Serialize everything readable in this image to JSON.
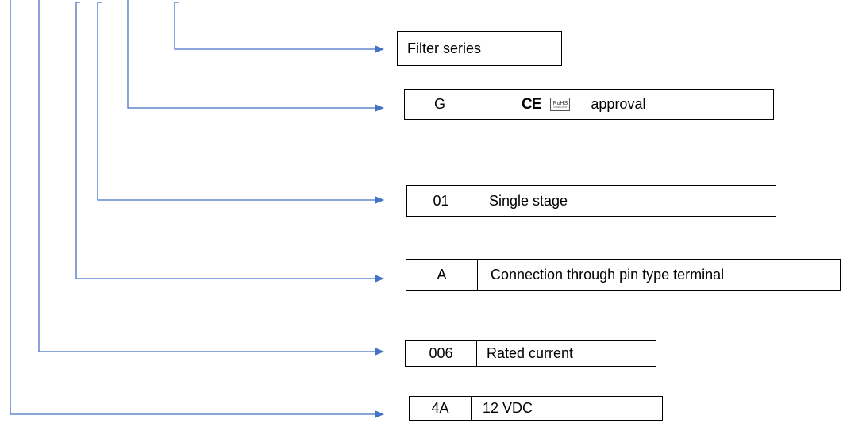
{
  "colors": {
    "connector": "#4472C4",
    "border": "#000000"
  },
  "rows": [
    {
      "id": "series",
      "code": null,
      "text": "Filter series"
    },
    {
      "id": "approval",
      "code": "G",
      "text": "approval",
      "marks": {
        "ce": "CE",
        "rohs_line1": "RoHS",
        "rohs_line2": "COMPLIANT"
      }
    },
    {
      "id": "stages",
      "code": "01",
      "text": "Single stage"
    },
    {
      "id": "terminal",
      "code": "A",
      "text": "Connection through pin type terminal"
    },
    {
      "id": "current",
      "code": "006",
      "text": "Rated current"
    },
    {
      "id": "voltage",
      "code": "4A",
      "text": "12 VDC"
    }
  ]
}
